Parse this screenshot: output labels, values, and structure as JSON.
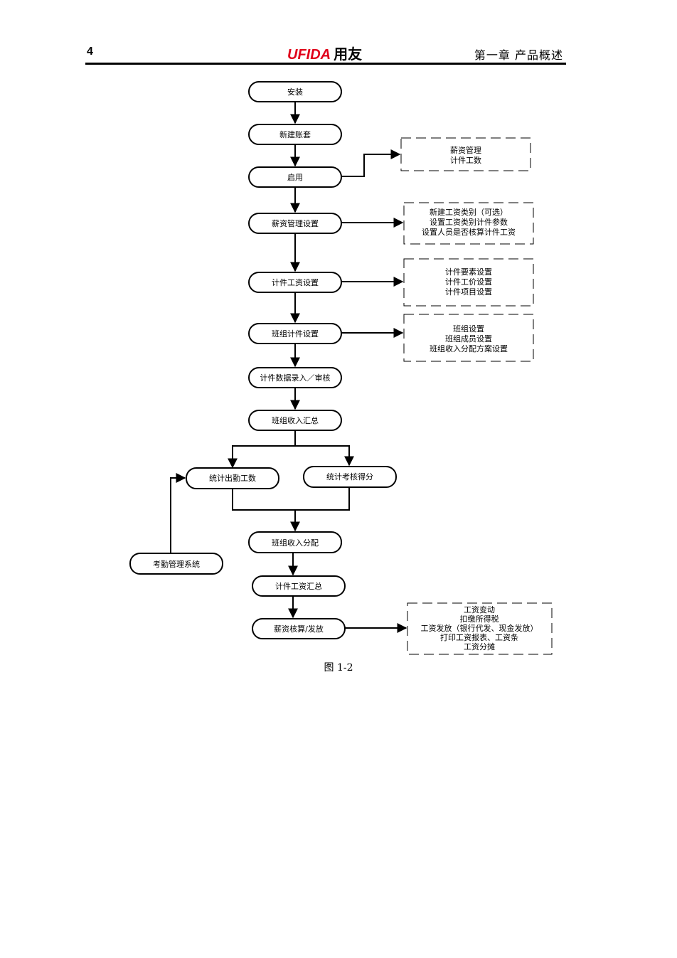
{
  "header": {
    "page_number": "4",
    "brand": "UFIDA",
    "brand_cn": "用友",
    "chapter": "第一章   产品概述"
  },
  "flow": {
    "install": "安装",
    "new_account": "新建账套",
    "enable": "启用",
    "salary_setup": "薪资管理设置",
    "piece_setup": "计件工资设置",
    "team_setup": "班组计件设置",
    "data_entry": "计件数据录入／审核",
    "team_income_summary": "班组收入汇总",
    "attendance_stats": "统计出勤工数",
    "assessment_stats": "统计考核得分",
    "attendance_system": "考勤管理系统",
    "team_income_allocation": "班组收入分配",
    "piece_wage_summary": "计件工资汇总",
    "salary_calc_pay": "薪资核算/发放"
  },
  "notes": {
    "enable": [
      "薪资管理",
      "计件工数"
    ],
    "salary_setup": [
      "新建工资类别（可选）",
      "设置工资类别计件参数",
      "设置人员是否核算计件工资"
    ],
    "piece_setup": [
      "计件要素设置",
      "计件工价设置",
      "计件项目设置"
    ],
    "team_setup": [
      "班组设置",
      "班组成员设置",
      "班组收入分配方案设置"
    ],
    "salary_calc_pay": [
      "工资变动",
      "扣缴所得税",
      "工资发放（银行代发、现金发放）",
      "打印工资报表、工资条",
      "工资分摊"
    ]
  },
  "caption": "图 1-2"
}
